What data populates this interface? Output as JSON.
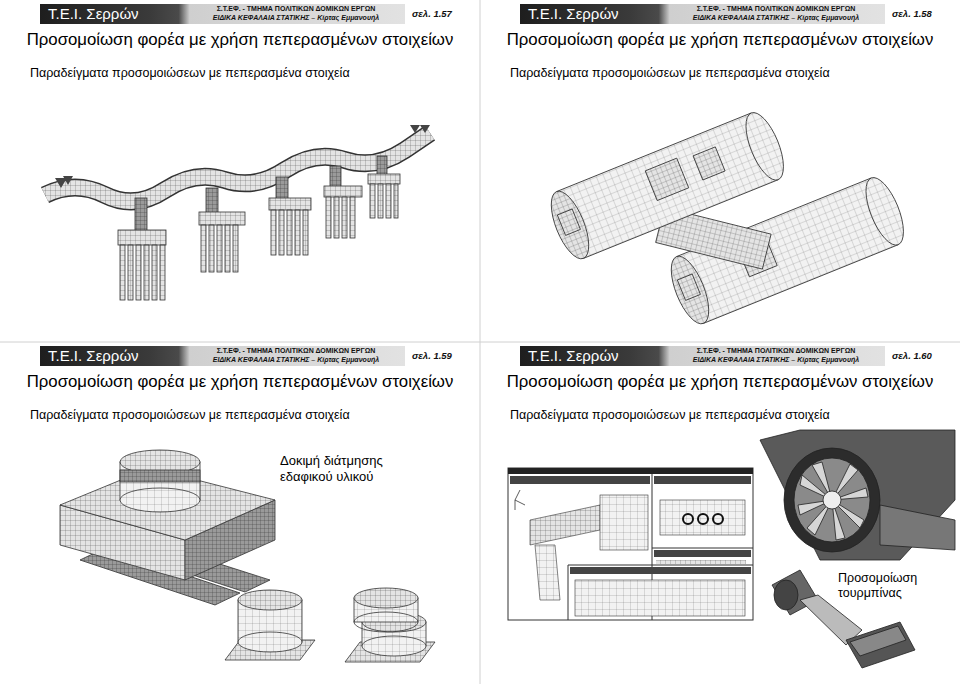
{
  "diagram": {
    "nodes": [
      {
        "text": [
          "Προσομοίωση φορέα με χρήση πεπερασμένων στοιχείων",
          "Παραδείγματα προσομοιώσεων με πεπερασμένα στοιχεία"
        ]
      },
      {
        "text": [
          "Τ.Ε.Ι. Σερρών",
          "Σ.Τ.ΕΦ. - ΤΜΗΜΑ ΠΟΛΙΤΙΚΩΝ ΔΟΜΙΚΩΝ ΕΡΓΩΝ",
          "ΕΙΔΙΚΑ ΚΕΦΑΛΑΙΑ ΣΤΑΤΙΚΗΣ – Κίρτας Εμμανουήλ",
          "σελ. 1.57"
        ],
        "in": 0
      },
      {
        "text": [
          "Προσομοίωση φορέα με χρήση πεπερασμένων στοιχείων",
          "Παραδείγματα προσομοιώσεων με πεπερασμένα στοιχεία"
        ]
      },
      {
        "text": [
          "Τ.Ε.Ι. Σερρών",
          "Σ.Τ.ΕΦ. - ΤΜΗΜΑ ΠΟΛΙΤΙΚΩΝ ΔΟΜΙΚΩΝ ΕΡΓΩΝ",
          "ΕΙΔΙΚΑ ΚΕΦΑΛΑΙΑ ΣΤΑΤΙΚΗΣ – Κίρτας Εμμανουήλ",
          "σελ. 1.58"
        ],
        "in": 2
      },
      {
        "text": [
          "Προσομοίωση φορέα με χρήση πεπερασμένων στοιχείων",
          "Παραδείγματα προσομοιώσεων με πεπερασμένα στοιχεία"
        ]
      },
      {
        "text": [
          "Τ.Ε.Ι. Σερρών",
          "Σ.Τ.ΕΦ. - ΤΜΗΜΑ ΠΟΛΙΤΙΚΩΝ ΔΟΜΙΚΩΝ ΕΡΓΩΝ",
          "ΕΙΔΙΚΑ ΚΕΦΑΛΑΙΑ ΣΤΑΤΙΚΗΣ – Κίρτας Εμμανουήλ",
          "σελ. 1.59"
        ],
        "in": 4
      },
      {
        "text": [
          "Προσομοίωση φορέα με χρήση πεπερασμένων στοιχείων",
          "Παραδείγματα προσομοιώσεων με πεπερασμένα στοιχεία"
        ]
      },
      {
        "text": [
          "Τ.Ε.Ι. Σερρών",
          "Σ.Τ.ΕΦ. - ΤΜΗΜΑ ΠΟΛΙΤΙΚΩΝ ΔΟΜΙΚΩΝ ΕΡΓΩΝ",
          "ΕΙΔΙΚΑ ΚΕΦΑΛΑΙΑ ΣΤΑΤΙΚΗΣ – Κίρτας Εμμανουήλ",
          "σελ. 1.60"
        ],
        "in": 6
      }
    ],
    "labels": [
      "Δοκιμή διάτμησης εδαφικού υλικού",
      "Προσομοίωση τουρμπίνας"
    ]
  }
}
